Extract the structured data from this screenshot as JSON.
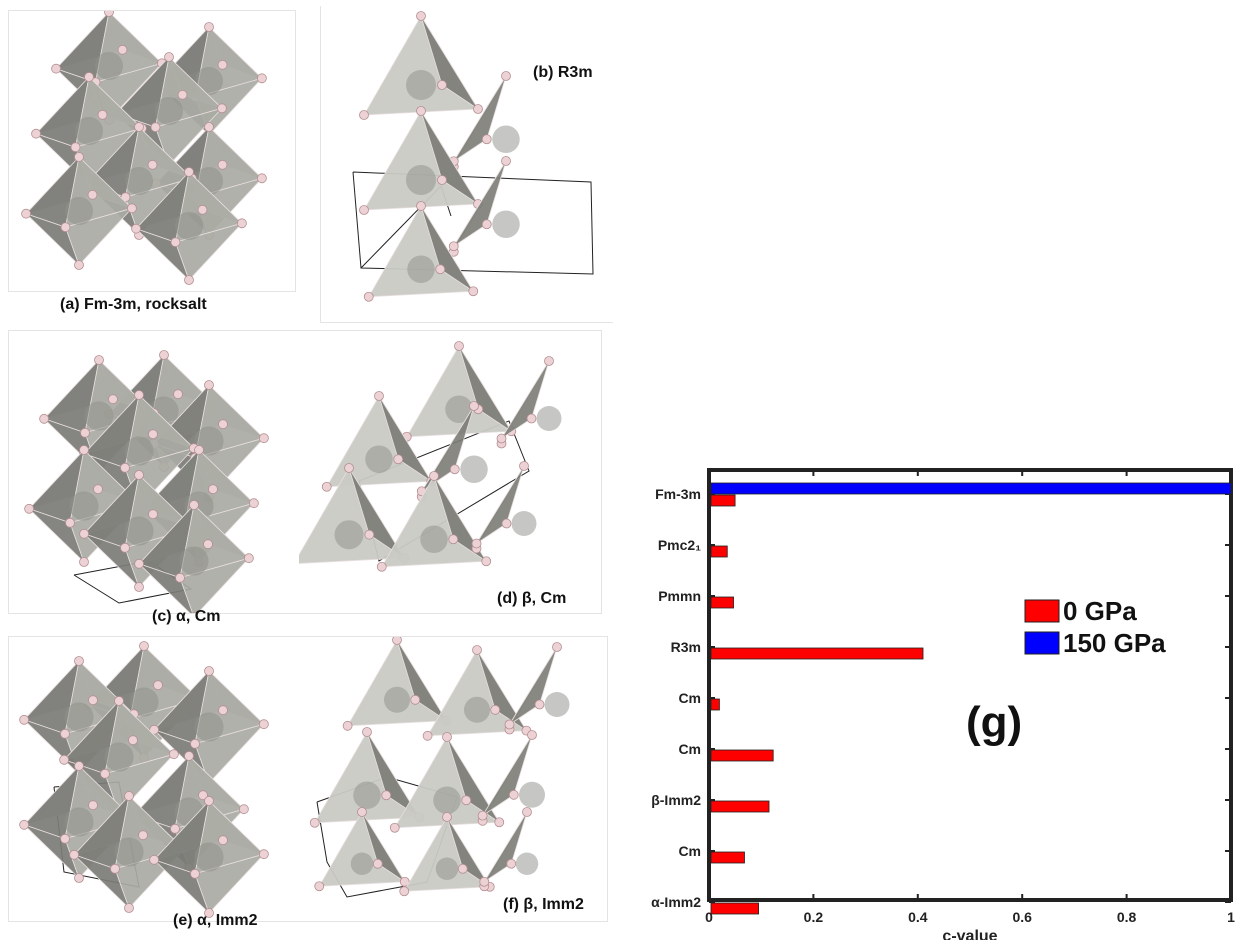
{
  "panels": {
    "a": {
      "caption": "(a) Fm-3m, rocksalt"
    },
    "b": {
      "caption": "(b) R3m"
    },
    "c": {
      "caption": "(c) α, Cm"
    },
    "d": {
      "caption": "(d) β, Cm"
    },
    "e": {
      "caption": "(e) α, Imm2"
    },
    "f": {
      "caption": "(f) β, Imm2"
    }
  },
  "colors": {
    "face": "#a9aaa3",
    "face_dark": "#7b7c76",
    "face_light": "#c9cac4",
    "atom": "#ecd2d4",
    "series_0": "#ff0000",
    "series_150": "#0000ff"
  },
  "chart_data": {
    "type": "bar",
    "orientation": "horizontal",
    "panel_label": "(g)",
    "categories": [
      "Fm-3m",
      "Pmc21",
      "Pmmn",
      "R3m",
      "Cm",
      "Cm",
      "β-Imm2",
      "Cm",
      "α-Imm2"
    ],
    "category_display": [
      "Fm-3m",
      "Pmc2₁",
      "Pmmn",
      "R3m",
      "Cm",
      "Cm",
      "β-Imm2",
      "Cm",
      "α-Imm2"
    ],
    "series": [
      {
        "name": "0 GPa",
        "color": "#ff0000",
        "values": [
          0.05,
          0.035,
          0.047,
          0.41,
          0.02,
          0.123,
          0.115,
          0.068,
          0.095
        ]
      },
      {
        "name": "150 GPa",
        "color": "#0000ff",
        "values": [
          1.0,
          null,
          null,
          null,
          null,
          null,
          null,
          null,
          null
        ]
      }
    ],
    "xlabel": "c-value",
    "ylabel": "",
    "xlim": [
      0,
      1
    ],
    "xticks": [
      "0",
      "0.2",
      "0.4",
      "0.6",
      "0.8",
      "1"
    ],
    "legend_placement": "right",
    "grid": false
  }
}
